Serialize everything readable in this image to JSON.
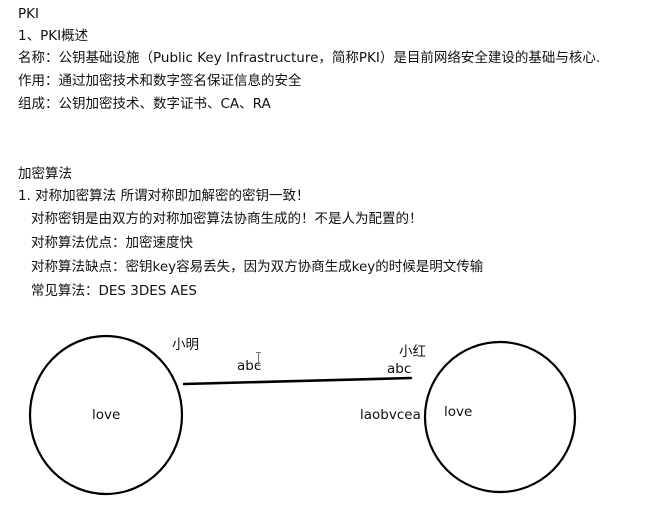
{
  "pki": {
    "heading": "PKI",
    "overview_title": "1、PKI概述",
    "name_line": "名称：公钥基础设施（Public Key Infrastructure，简称PKI）是目前网络安全建设的基础与核心.",
    "purpose_line": "作用：通过加密技术和数字签名保证信息的安全",
    "components_line": "组成：公钥加密技术、数字证书、CA、RA"
  },
  "crypto": {
    "heading": "加密算法",
    "symmetric_title": "1. 对称加密算法 所谓对称即加解密的密钥一致！",
    "key_origin": "对称密钥是由双方的对称加密算法协商生成的！不是人为配置的！",
    "advantage": "对称算法优点：加密速度快",
    "disadvantage": "对称算法缺点：密钥key容易丢失，因为双方协商生成key的时候是明文传输",
    "common": "常见算法：DES 3DES AES"
  },
  "diagram": {
    "left_party": "小明",
    "right_party": "小红",
    "left_message": "abc",
    "right_message": "abc",
    "left_circle_text": "love",
    "right_circle_text": "love",
    "cipher_text": "laobvcea",
    "stroke_color": "#000000"
  }
}
